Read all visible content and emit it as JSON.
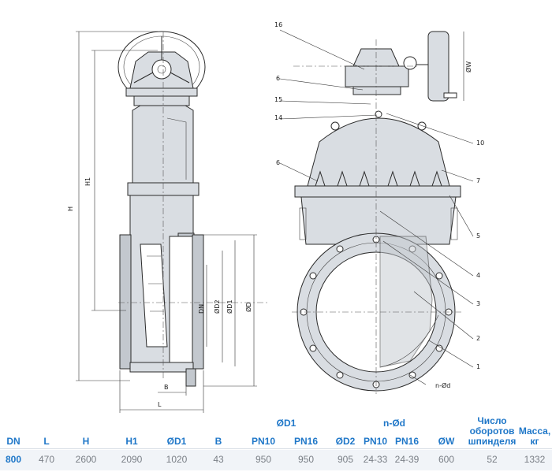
{
  "drawing": {
    "left_view_dims": [
      "H",
      "H1",
      "L",
      "B",
      "DN",
      "ØD2",
      "ØD1",
      "ØD"
    ],
    "right_view_dims": [
      "ØW",
      "n-Ød"
    ],
    "part_numbers": [
      "16",
      "6",
      "15",
      "14",
      "6",
      "10",
      "7",
      "5",
      "4",
      "3",
      "2",
      "1"
    ]
  },
  "table": {
    "headers": {
      "dn": "DN",
      "l": "L",
      "h": "H",
      "h1": "H1",
      "d1": "ØD1",
      "b": "B",
      "d1_group": "ØD1",
      "pn10": "PN10",
      "pn16": "PN16",
      "d2": "ØD2",
      "nd_group": "n-Ød",
      "nd_pn10": "PN10",
      "nd_pn16": "PN16",
      "w": "ØW",
      "turns": "Число оборотов шпинделя",
      "mass": "Масса, кг"
    },
    "row": {
      "dn": "800",
      "l": "470",
      "h": "2600",
      "h1": "2090",
      "d1": "1020",
      "b": "43",
      "pn10": "950",
      "pn16": "950",
      "d2": "905",
      "nd_pn10": "24-33",
      "nd_pn16": "24-39",
      "w": "600",
      "turns": "52",
      "mass": "1332"
    }
  }
}
